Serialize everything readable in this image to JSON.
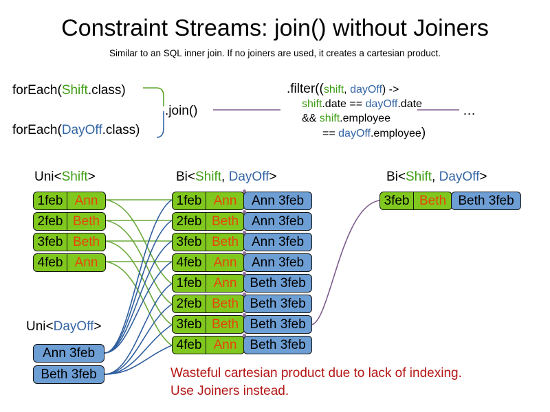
{
  "slide": {
    "title": "Constraint Streams: join() without Joiners",
    "subtitle": "Similar to an SQL inner join. If no joiners are used, it creates a cartesian product."
  },
  "colors": {
    "shift_green": "#80c81e",
    "shift_token_green": "#3f9d15",
    "dayoff_blue": "#6d9ed4",
    "dayoff_token_blue": "#3465a4",
    "name_orange": "#e8430a",
    "warning_red": "#b41414",
    "connector_purple": "#7d5b8c"
  },
  "code": {
    "for_each_shift": {
      "prefix": "forEach(",
      "type": "Shift",
      "suffix": ".class)"
    },
    "for_each_dayoff": {
      "prefix": "forEach(",
      "type": "DayOff",
      "suffix": ".class)"
    },
    "join_call": ".join()",
    "ellipsis": "…",
    "filter": {
      "line1_prefix": ".filter((",
      "line1_shift": "shift",
      "line1_comma": ", ",
      "line1_dayoff": "dayOff",
      "line1_suffix": ") ->",
      "line2_shift": "shift",
      "line2_mid": ".date == ",
      "line2_dayoff": "dayOff",
      "line2_end": ".date",
      "line3_prefix": "&& ",
      "line3_shift": "shift",
      "line3_end": ".employee",
      "line4_prefix": "== ",
      "line4_dayoff": "dayOff",
      "line4_end": ".employee",
      "line4_close": ")"
    }
  },
  "labels": {
    "uni_shift": {
      "prefix": "Uni<",
      "type": "Shift",
      "suffix": ">"
    },
    "uni_dayoff": {
      "prefix": "Uni<",
      "type": "DayOff",
      "suffix": ">"
    },
    "bi_middle": {
      "prefix": "Bi<",
      "type_a": "Shift",
      "comma": ", ",
      "type_b": "DayOff",
      "suffix": ">"
    },
    "bi_right": {
      "prefix": "Bi<",
      "type_a": "Shift",
      "comma": ", ",
      "type_b": "DayOff",
      "suffix": ">"
    }
  },
  "uni_shift_cards": [
    {
      "date": "1feb",
      "name": "Ann"
    },
    {
      "date": "2feb",
      "name": "Beth"
    },
    {
      "date": "3feb",
      "name": "Beth"
    },
    {
      "date": "4feb",
      "name": "Ann"
    }
  ],
  "uni_dayoff_cards": [
    {
      "pair": "Ann 3feb"
    },
    {
      "pair": "Beth 3feb"
    }
  ],
  "bi_middle_cards": [
    {
      "date": "1feb",
      "name": "Ann",
      "pair": "Ann 3feb"
    },
    {
      "date": "2feb",
      "name": "Beth",
      "pair": "Ann 3feb"
    },
    {
      "date": "3feb",
      "name": "Beth",
      "pair": "Ann 3feb"
    },
    {
      "date": "4feb",
      "name": "Ann",
      "pair": "Ann 3feb"
    },
    {
      "date": "1feb",
      "name": "Ann",
      "pair": "Beth 3feb"
    },
    {
      "date": "2feb",
      "name": "Beth",
      "pair": "Beth 3feb"
    },
    {
      "date": "3feb",
      "name": "Beth",
      "pair": "Beth 3feb"
    },
    {
      "date": "4feb",
      "name": "Ann",
      "pair": "Beth 3feb"
    }
  ],
  "bi_right_cards": [
    {
      "date": "3feb",
      "name": "Beth",
      "pair": "Beth 3feb"
    }
  ],
  "warning": {
    "line1": "Wasteful cartesian product due to lack of indexing.",
    "line2": "Use Joiners instead."
  }
}
